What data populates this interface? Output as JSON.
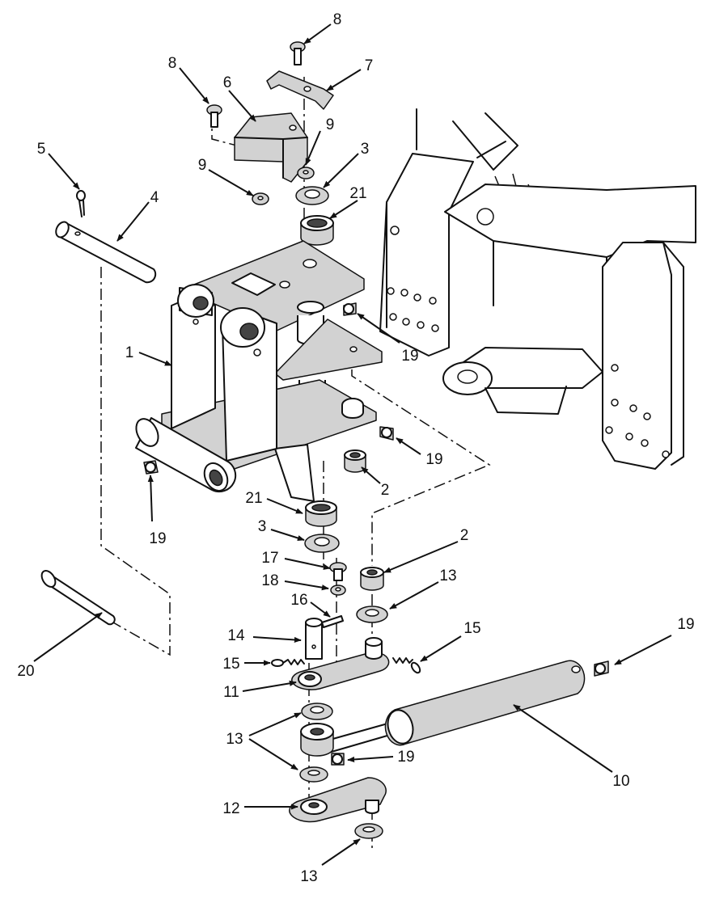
{
  "diagram": {
    "callouts": [
      {
        "id": "c8a",
        "text": "8"
      },
      {
        "id": "c7",
        "text": "7"
      },
      {
        "id": "c8b",
        "text": "8"
      },
      {
        "id": "c6",
        "text": "6"
      },
      {
        "id": "c9a",
        "text": "9"
      },
      {
        "id": "c3a",
        "text": "3"
      },
      {
        "id": "c5",
        "text": "5"
      },
      {
        "id": "c4",
        "text": "4"
      },
      {
        "id": "c9b",
        "text": "9"
      },
      {
        "id": "c21a",
        "text": "21"
      },
      {
        "id": "c1",
        "text": "1"
      },
      {
        "id": "c19a",
        "text": "19"
      },
      {
        "id": "c19b",
        "text": "19"
      },
      {
        "id": "c19c",
        "text": "19"
      },
      {
        "id": "c2a",
        "text": "2"
      },
      {
        "id": "c21b",
        "text": "21"
      },
      {
        "id": "c3b",
        "text": "3"
      },
      {
        "id": "c2b",
        "text": "2"
      },
      {
        "id": "c17",
        "text": "17"
      },
      {
        "id": "c13a",
        "text": "13"
      },
      {
        "id": "c18",
        "text": "18"
      },
      {
        "id": "c16",
        "text": "16"
      },
      {
        "id": "c14",
        "text": "14"
      },
      {
        "id": "c15a",
        "text": "15"
      },
      {
        "id": "c15b",
        "text": "15"
      },
      {
        "id": "c19d",
        "text": "19"
      },
      {
        "id": "c20",
        "text": "20"
      },
      {
        "id": "c11",
        "text": "11"
      },
      {
        "id": "c13b",
        "text": "13"
      },
      {
        "id": "c19e",
        "text": "19"
      },
      {
        "id": "c10",
        "text": "10"
      },
      {
        "id": "c12",
        "text": "12"
      },
      {
        "id": "c13c",
        "text": "13"
      }
    ]
  }
}
